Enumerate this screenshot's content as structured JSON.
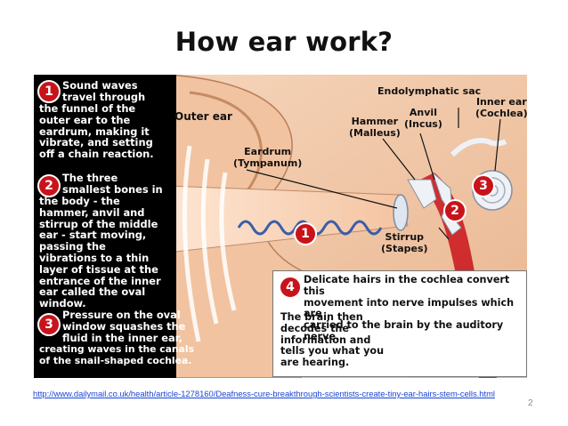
{
  "slide": {
    "title": "How ear work?",
    "page_number": "2",
    "source_url": "http://www.dailymail.co.uk/health/article-1278160/Deafness-cure-breakthrough-scientists-create-tiny-ear-hairs-stem-cells.html"
  },
  "figure": {
    "labels": {
      "outer_ear": "Outer ear",
      "eardrum": "Eardrum",
      "tympanum": "(Tympanum)",
      "endolymphatic_sac": "Endolymphatic sac",
      "anvil": "Anvil",
      "incus": "(Incus)",
      "hammer": "Hammer",
      "malleus": "(Malleus)",
      "inner_ear": "Inner ear",
      "cochlea": "(Cochlea)",
      "stirrup": "Stirrup",
      "stapes": "(Stapes)"
    },
    "steps": [
      {
        "number": "1",
        "lines": [
          "Sound waves",
          "travel through",
          "the funnel of the",
          "outer ear to the",
          "eardrum, making it",
          "vibrate, and setting",
          "off a chain reaction."
        ]
      },
      {
        "number": "2",
        "lines": [
          "The three",
          "smallest bones in",
          "the body - the",
          "hammer, anvil and",
          "stirrup of the middle",
          "ear - start moving,",
          "passing the",
          "vibrations to a thin",
          "layer of tissue at the",
          "entrance of the inner",
          "ear called the oval",
          "window."
        ]
      },
      {
        "number": "3",
        "lines": [
          "Pressure on the oval",
          "window squashes the",
          "fluid in the inner ear,",
          "creating waves in the canals",
          "of the snail-shaped cochlea."
        ]
      },
      {
        "number": "4",
        "lines": [
          "Delicate hairs in the cochlea convert this",
          "movement into nerve impulses which are",
          "carried to the brain by the auditory nerve.",
          "The brain then",
          "decodes the",
          "information and",
          "tells you what you",
          "are hearing."
        ]
      }
    ],
    "colors": {
      "skin": "#f3c9a8",
      "panel": "#000000",
      "accent_red": "#c9131b",
      "wave_blue": "#3b5da8"
    }
  }
}
